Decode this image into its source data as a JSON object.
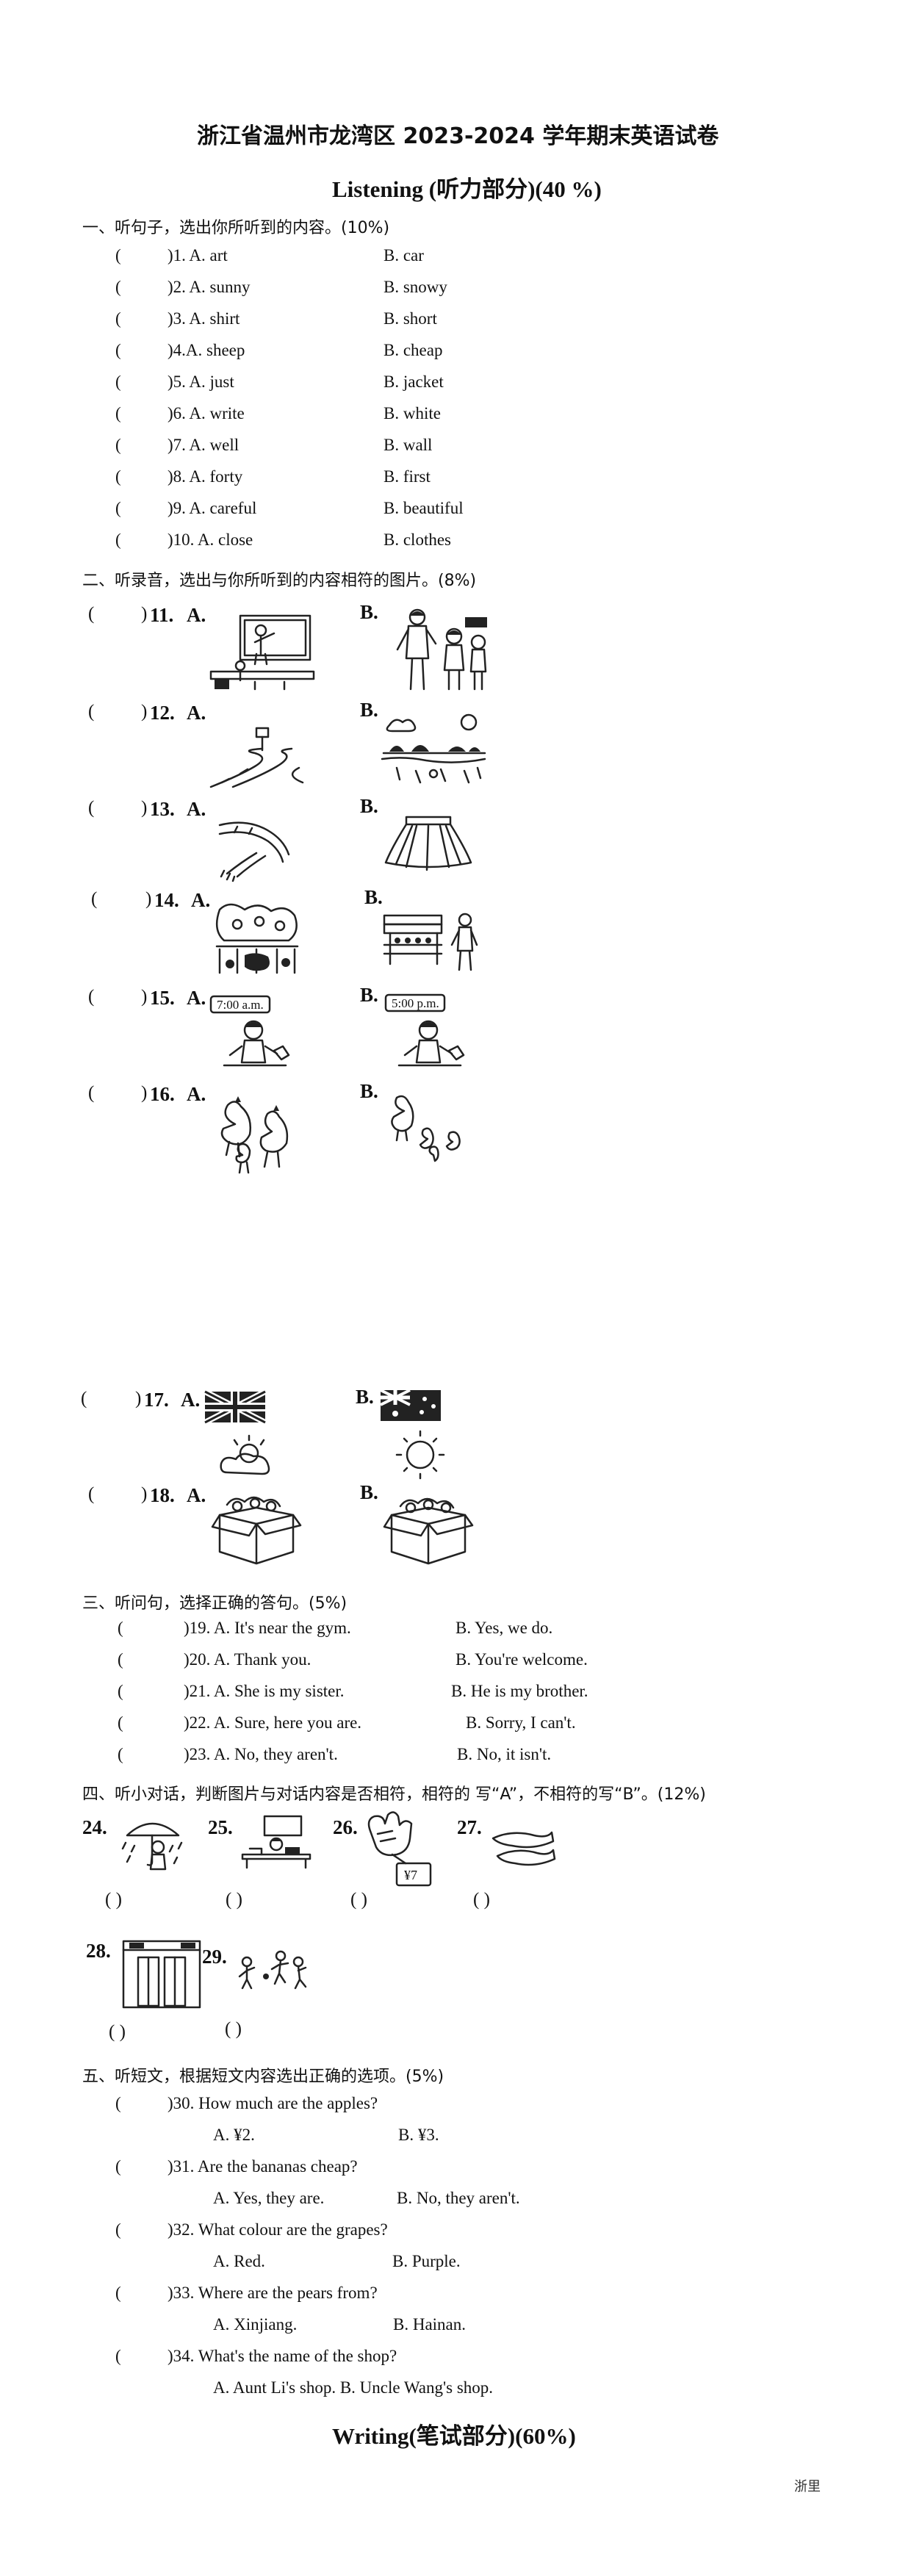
{
  "title": "浙江省温州市龙湾区 2023-2024 学年期末英语试卷",
  "listening_header": "Listening (听力部分)(40 %)",
  "part1": {
    "heading": "一、听句子，选出你所听到的内容。(10%)",
    "items": [
      {
        "paren": "(",
        "num_a": ")1. A. art",
        "b": "B.   car"
      },
      {
        "paren": "(",
        "num_a": ")2. A. sunny",
        "b": "B.   snowy"
      },
      {
        "paren": "(",
        "num_a": ")3. A. shirt",
        "b": "B.   short"
      },
      {
        "paren": "(",
        "num_a": ")4.A. sheep",
        "b": "B. cheap"
      },
      {
        "paren": "(",
        "num_a": ")5. A. just",
        "b": "B.   jacket"
      },
      {
        "paren": "(",
        "num_a": ")6. A. write",
        "b": "B.   white"
      },
      {
        "paren": "(",
        "num_a": ")7. A. well",
        "b": "B.   wall"
      },
      {
        "paren": "(",
        "num_a": ")8. A. forty",
        "b": "B.   first"
      },
      {
        "paren": "(",
        "num_a": ")9. A. careful",
        "b": "B.   beautiful"
      },
      {
        "paren": "(",
        "num_a": ")10. A. close",
        "b": "B. clothes"
      }
    ]
  },
  "part2": {
    "heading": "二、听录音，选出与你所听到的内容相符的图片。(8%)",
    "items": [
      {
        "paren": "(",
        "close": ")",
        "num": "11.",
        "a": "A.",
        "b": "B."
      },
      {
        "paren": "(",
        "close": ")",
        "num": "12.",
        "a": "A.",
        "b": "B."
      },
      {
        "paren": "(",
        "close": ")",
        "num": "13.",
        "a": "A.",
        "b": "B."
      },
      {
        "paren": "(",
        "close": ")",
        "num": "14.",
        "a": "A.",
        "b": "B."
      },
      {
        "paren": "(",
        "close": ")",
        "num": "15.",
        "a": "A.",
        "b": "B.",
        "a_time": "7:00 a.m.",
        "b_time": "5:00 p.m."
      },
      {
        "paren": "(",
        "close": ")",
        "num": "16.",
        "a": "A.",
        "b": "B."
      },
      {
        "paren": "(",
        "close": ")",
        "num": "17.",
        "a": "A.",
        "b": "B."
      },
      {
        "paren": "(",
        "close": ")",
        "num": "18.",
        "a": "A.",
        "b": "B."
      }
    ]
  },
  "part3": {
    "heading": "三、听问句，选择正确的答句。(5%)",
    "items": [
      {
        "paren": "(",
        "num_a": ")19. A.  It's near the gym.",
        "b": "B. Yes, we do."
      },
      {
        "paren": "(",
        "num_a": ")20. A.  Thank you.",
        "b": "B. You're welcome."
      },
      {
        "paren": "(",
        "num_a": ")21. A. She is my sister.",
        "b": "B. He is my brother."
      },
      {
        "paren": "(",
        "num_a": ")22. A. Sure, here you are.",
        "b": "B. Sorry, I can't."
      },
      {
        "paren": "(",
        "num_a": ")23. A.  No, they aren't.",
        "b": "B. No, it isn't."
      }
    ]
  },
  "part4": {
    "heading": "四、听小对话，判断图片与对话内容是否相符，相符的 写“A”，不相符的写“B”。(12%)",
    "nums": [
      "24.",
      "25.",
      "26.",
      "27.",
      "28.",
      "29."
    ],
    "price": "¥7",
    "answer_paren": "(        )"
  },
  "part5": {
    "heading": "五、听短文，根据短文内容选出正确的选项。(5%)",
    "items": [
      {
        "paren": "(",
        "q": ")30. How much are the apples?",
        "a": "A. ¥2.",
        "b": "B. ¥3."
      },
      {
        "paren": "(",
        "q": ")31. Are the bananas cheap?",
        "a": "A. Yes, they are.",
        "b": "B. No, they aren't."
      },
      {
        "paren": "(",
        "q": ")32. What colour are the grapes?",
        "a": "A. Red.",
        "b": "B. Purple."
      },
      {
        "paren": "(",
        "q": ")33. Where are the pears from?",
        "a": "A. Xinjiang.",
        "b": "B. Hainan."
      },
      {
        "paren": "(",
        "q": ")34. What's the name of the shop?",
        "a": "A. Aunt Li's shop. B. Uncle Wang's shop.",
        "b": ""
      }
    ]
  },
  "writing_header": "Writing(笔试部分)(60%)",
  "footer": "浙里"
}
